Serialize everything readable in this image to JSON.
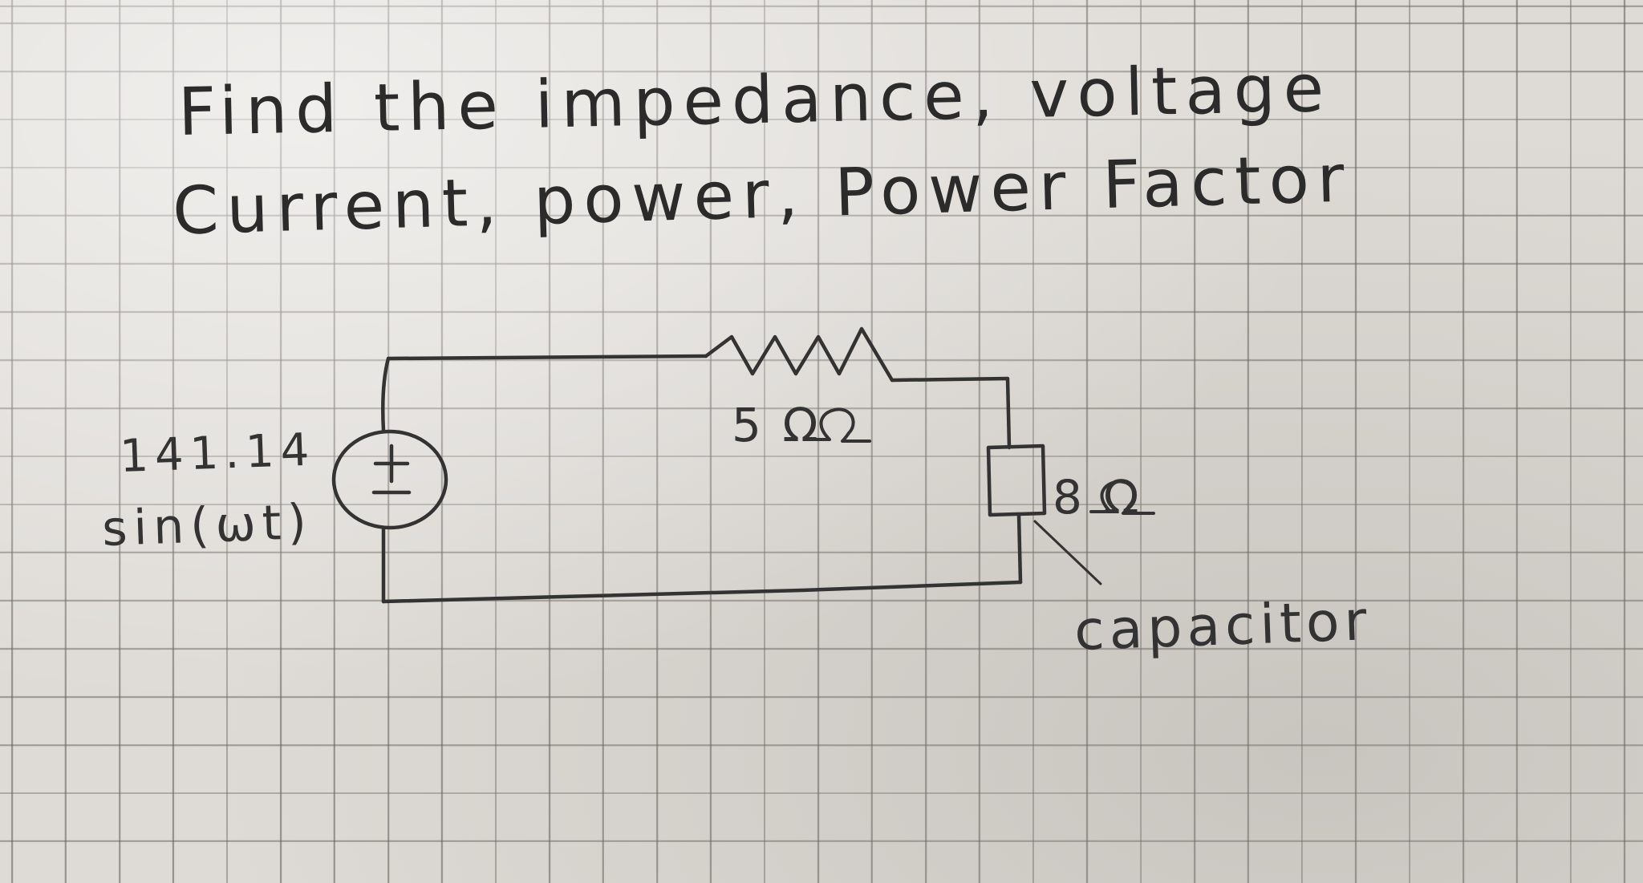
{
  "question": {
    "line1": "Find the impedance, voltage",
    "line2": "Current, power, Power Factor"
  },
  "circuit": {
    "source_amplitude": "141.14",
    "source_function": "sin(ωt)",
    "source_sign": "+",
    "resistor_value": "5 Ω",
    "capacitor_value": "8 Ω",
    "capacitor_label": "capacitor"
  },
  "colors": {
    "ink": "#333333",
    "paper": "#dedbd6",
    "grid": "#69645f"
  }
}
